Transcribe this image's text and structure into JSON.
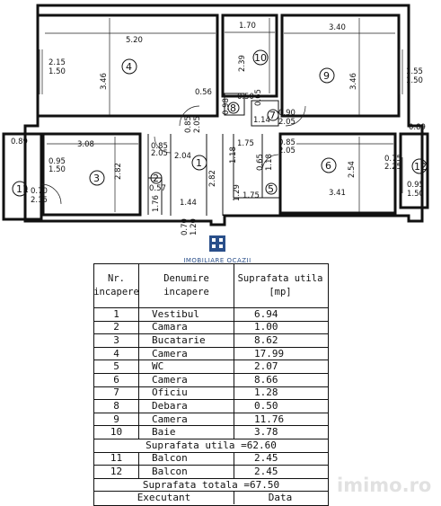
{
  "colors": {
    "ink": "#111111",
    "logo_blue": "#2a4f8a",
    "watermark": "#c8c8c8"
  },
  "plan": {
    "room_numbers": [
      "1",
      "2",
      "3",
      "4",
      "5",
      "6",
      "7",
      "8",
      "9",
      "10",
      "11",
      "12"
    ],
    "dimensions": {
      "r4_width": "5.20",
      "r4_height": "3.46",
      "r4_win_w": "2.15",
      "r4_win_h": "1.50",
      "r10_width": "1.70",
      "r10_height": "2.39",
      "r9_width": "3.40",
      "r9_height": "3.46",
      "r9_win_w": "1.55",
      "r9_win_h": "1.50",
      "corr_056": "0.56",
      "door_085_a": "0.85",
      "door_205_a": "2.05",
      "r8_a": "0.98",
      "r8_b": "0.50",
      "r7_a": "0.65",
      "r7_b": "1.14",
      "door_090": "0.90",
      "door_205_b": "2.05",
      "left_089": "0.89",
      "right_089": "0.89",
      "r3_width": "3.08",
      "r3_height": "2.82",
      "r3_door_w": "0.95",
      "r3_door_h": "1.50",
      "r11_w": "0.70",
      "r11_h": "2.15",
      "door_085_b": "0.85",
      "door_205_c": "2.05",
      "r1_width": "2.04",
      "r1_height": "2.82",
      "r1_118": "1.18",
      "r1_175": "1.75",
      "r5_065": "0.65",
      "r5_118": "1.18",
      "door_085_c": "0.85",
      "door_205_d": "2.05",
      "r2_057": "0.57",
      "r2_176": "1.76",
      "r1_144": "1.44",
      "entry_070": "0.70",
      "entry_120": "1.20",
      "r5_129": "1.29",
      "r5_175": "1.75",
      "r6_width": "3.41",
      "r6_height": "2.54",
      "r12_w": "0.75",
      "r12_h": "2.25",
      "r6_win_w": "0.95",
      "r6_win_h": "1.50"
    }
  },
  "logo": {
    "text": "IMOBILIARE OCAZII"
  },
  "table": {
    "headers": {
      "nr": "Nr.\nincapere",
      "denumire": "Denumire\nincapere",
      "suprafata": "Suprafata utila\n[mp]"
    },
    "rows": [
      {
        "nr": "1",
        "name": "Vestibul",
        "area": "6.94"
      },
      {
        "nr": "2",
        "name": "Camara",
        "area": "1.00"
      },
      {
        "nr": "3",
        "name": "Bucatarie",
        "area": "8.62"
      },
      {
        "nr": "4",
        "name": "Camera",
        "area": "17.99"
      },
      {
        "nr": "5",
        "name": "WC",
        "area": "2.07"
      },
      {
        "nr": "6",
        "name": "Camera",
        "area": "8.66"
      },
      {
        "nr": "7",
        "name": "Oficiu",
        "area": "1.28"
      },
      {
        "nr": "8",
        "name": "Debara",
        "area": "0.50"
      },
      {
        "nr": "9",
        "name": "Camera",
        "area": "11.76"
      },
      {
        "nr": "10",
        "name": "Baie",
        "area": "3.78"
      }
    ],
    "util_total": "Suprafata utila =62.60",
    "balcony_rows": [
      {
        "nr": "11",
        "name": "Balcon",
        "area": "2.45"
      },
      {
        "nr": "12",
        "name": "Balcon",
        "area": "2.45"
      }
    ],
    "total": "Suprafata totala =67.50",
    "executant": "Executant",
    "data": "Data"
  },
  "watermark": "imimo.ro"
}
